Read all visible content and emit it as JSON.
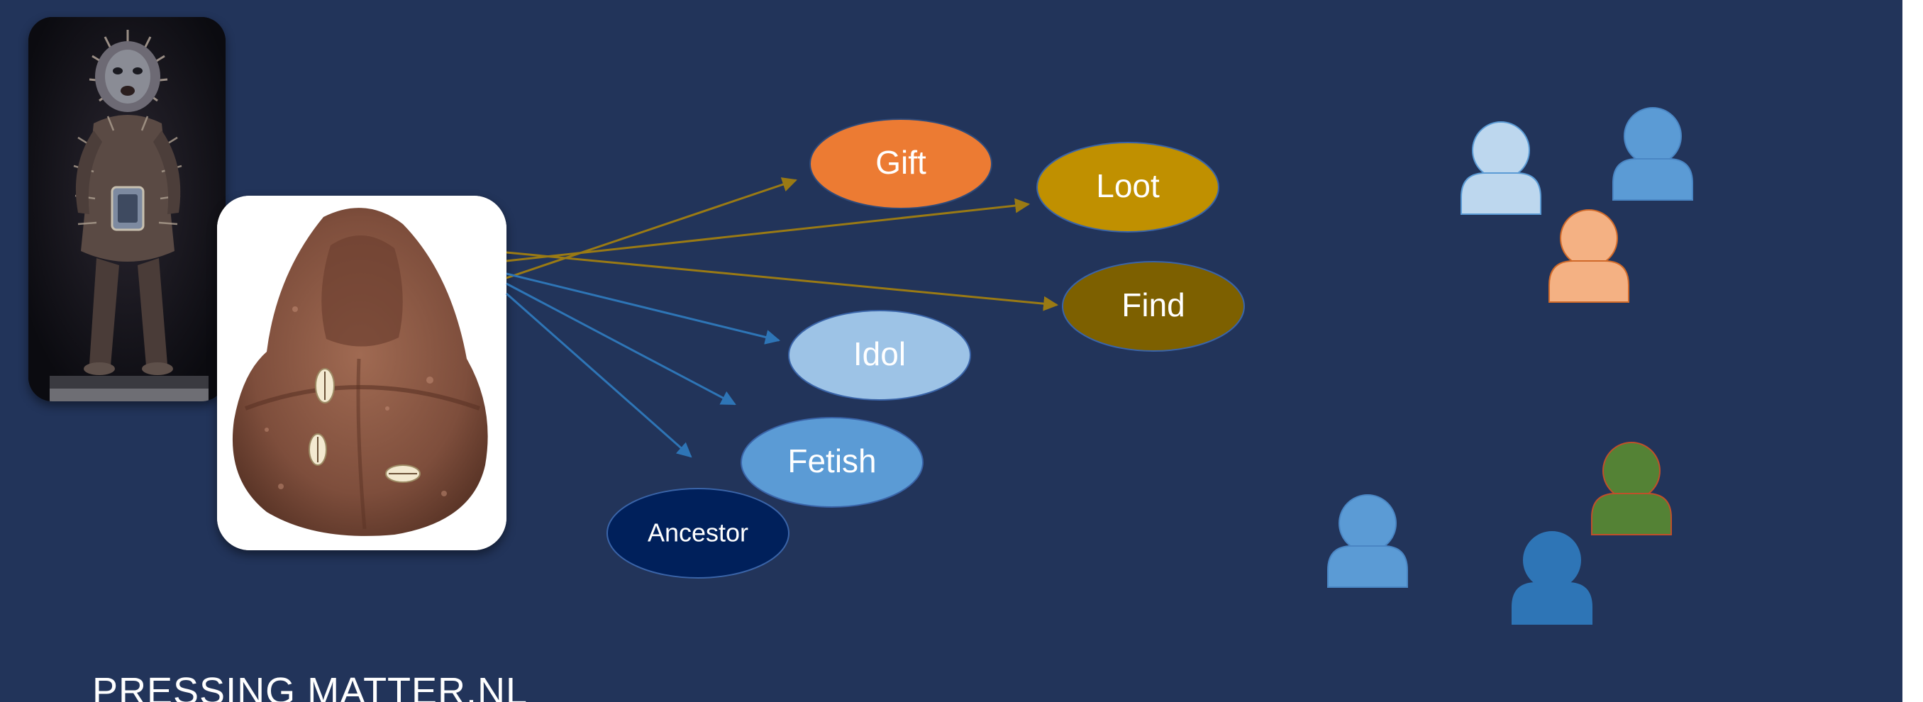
{
  "footer": {
    "text": "PRESSING MATTER.NL"
  },
  "photos": [
    {
      "name": "power-figure-photo",
      "description_icon": "carved-figure-image"
    },
    {
      "name": "stone-object-photo",
      "description_icon": "stone-object-image"
    }
  ],
  "labels": {
    "gift": "Gift",
    "loot": "Loot",
    "find": "Find",
    "idol": "Idol",
    "fetish": "Fetish",
    "ancestor": "Ancestor"
  },
  "colors": {
    "background": "#22345a",
    "gift": "#ec7b33",
    "loot": "#c09000",
    "find": "#7d6000",
    "idol": "#9dc3e6",
    "fetish": "#5b9bd5",
    "ancestor": "#00205b",
    "arrow_gold": "#9a7a14",
    "arrow_blue": "#2e75b6",
    "person_light_blue": "#bdd7ee",
    "person_blue": "#5b9bd5",
    "person_orange": "#f4b183",
    "person_green": "#548235",
    "person_dark_blue": "#2e75b6"
  },
  "people_icons": [
    "person-icon-light-blue",
    "person-icon-blue",
    "person-icon-orange",
    "person-icon-green",
    "person-icon-blue-2",
    "person-icon-dark-blue"
  ]
}
